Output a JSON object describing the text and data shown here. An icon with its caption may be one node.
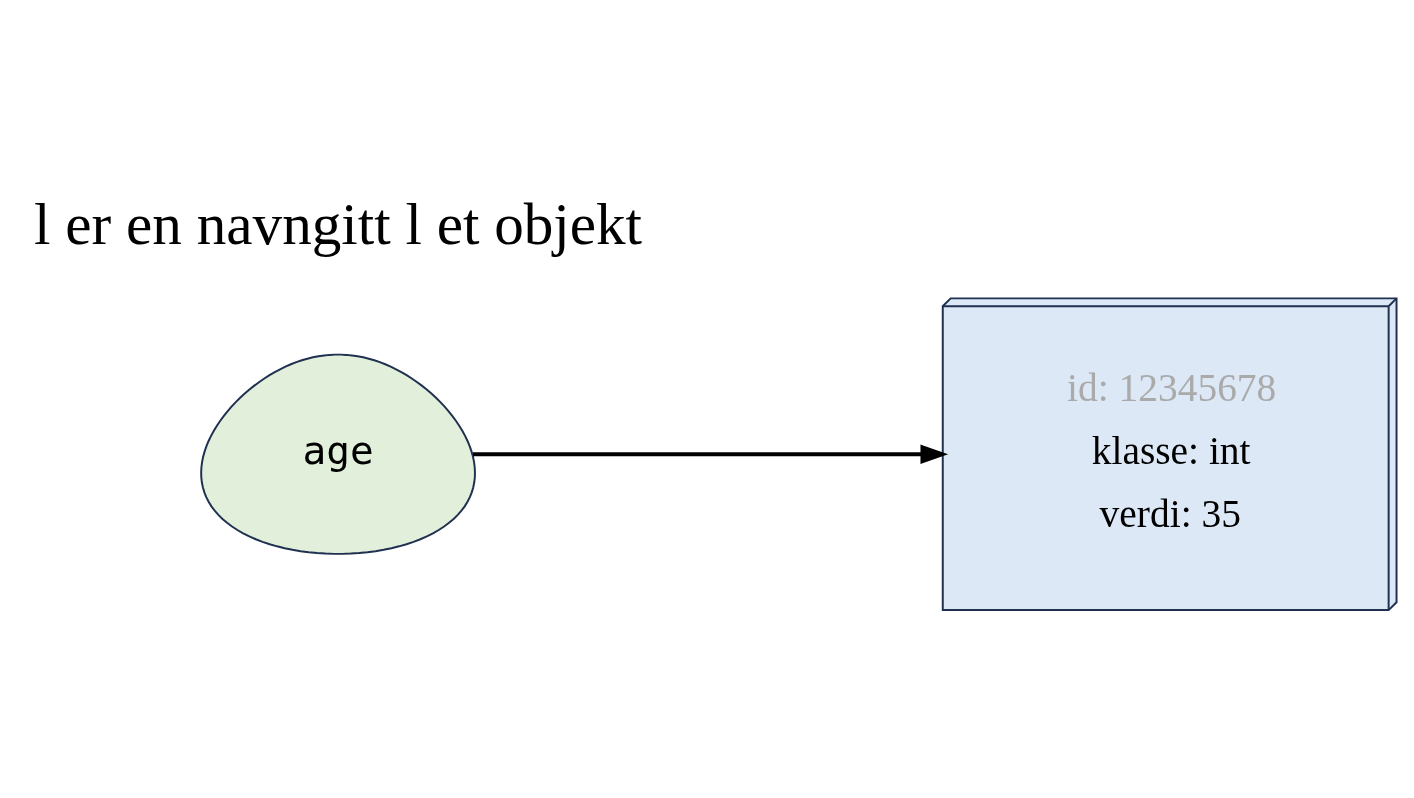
{
  "diagram": {
    "nodes": [
      {
        "text": [
          "id: 12345678",
          "klasse: int",
          "verdi: 35"
        ]
      },
      {
        "text": [
          "age"
        ]
      }
    ],
    "edges": [
      {
        "from": 1,
        "to": 0,
        "arrow": "to"
      }
    ],
    "labels": [
      "l er en navngitt l et objekt"
    ]
  }
}
